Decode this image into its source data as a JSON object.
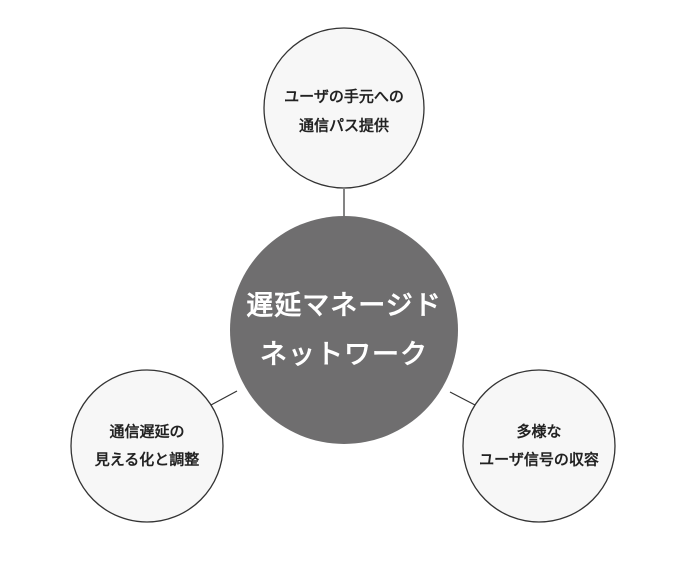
{
  "colors": {
    "center_fill": "#6f6e6f",
    "outer_fill": "#f7f7f7",
    "outer_stroke": "#333333",
    "connector": "#333333",
    "outer_text": "#222222",
    "center_text": "#ffffff"
  },
  "diagram": {
    "center": {
      "line1": "遅延マネージド",
      "line2": "ネットワーク"
    },
    "top": {
      "line1": "ユーザの手元への",
      "line2": "通信パス提供"
    },
    "left": {
      "line1": "通信遅延の",
      "line2": "見える化と調整"
    },
    "right": {
      "line1": "多様な",
      "line2": "ユーザ信号の収容"
    }
  }
}
